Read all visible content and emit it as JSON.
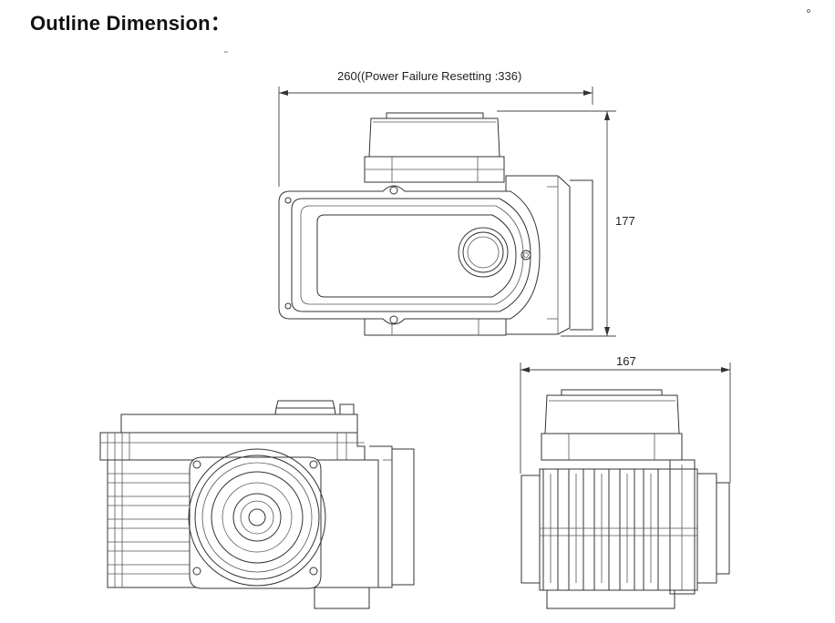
{
  "title": "Outline Dimension：",
  "dimensions": {
    "width_label": "260((Power Failure Resetting :336)",
    "height_label": "177",
    "depth_label": "167"
  },
  "colors": {
    "line": "#333333",
    "background": "#ffffff",
    "text": "#111111"
  }
}
